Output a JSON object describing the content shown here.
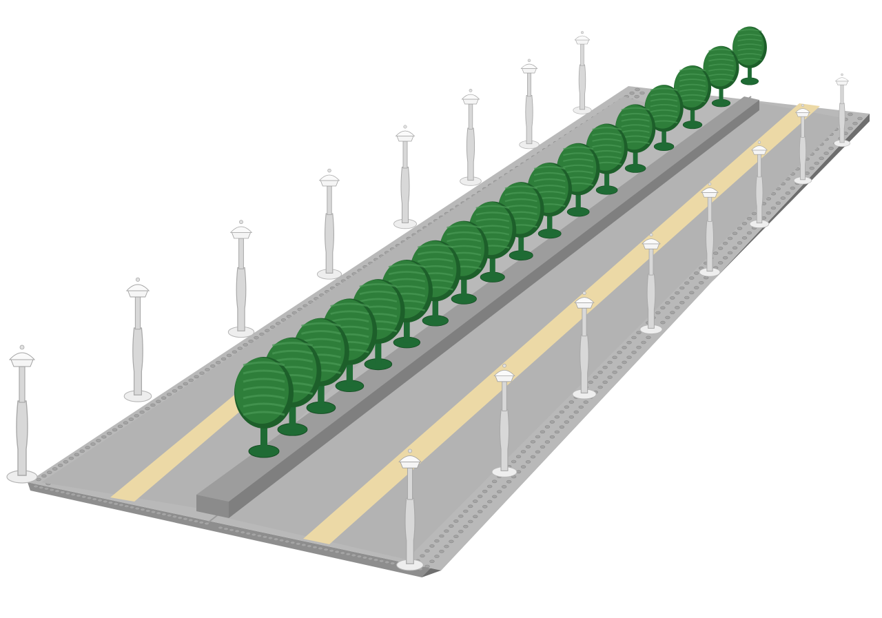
{
  "scene": {
    "subject": "lego-city-road-with-median",
    "colors": {
      "background": "#ffffff",
      "baseplate_top": "#b9b9b9",
      "baseplate_side": "#8e8e8e",
      "baseplate_edge": "#6e6e6e",
      "stud": "#a4a4a4",
      "road": "#b3b3b3",
      "road_marking": "#ecd9a6",
      "median_top": "#9d9d9d",
      "median_side": "#7f7f7f",
      "tree_foliage": "#2e7e3a",
      "tree_foliage_dark": "#1d5f2a",
      "tree_foliage_light": "#4a9a55",
      "tree_trunk": "#1f6b34",
      "lamp_post": "#d8d8d8",
      "lamp_post_shade": "#a8a8a8",
      "lamp_base": "#eeeeee"
    },
    "elements": {
      "left_lamp_posts": 8,
      "right_lamp_posts": 8,
      "median_trees": 18
    }
  }
}
